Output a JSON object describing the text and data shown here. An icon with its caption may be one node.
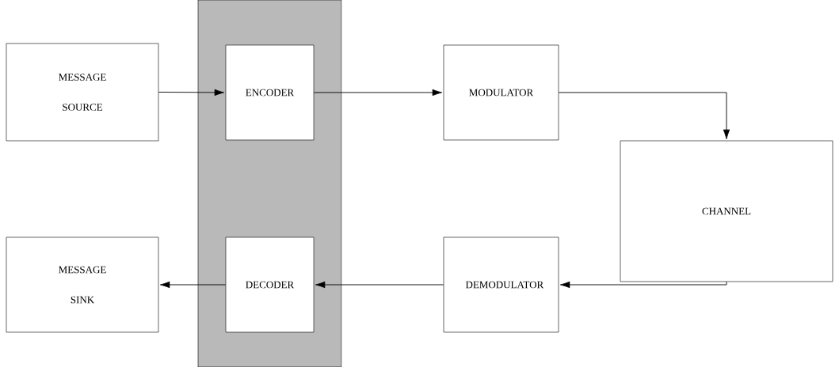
{
  "diagram": {
    "nodes": [
      {
        "text": [],
        "shape": "box"
      },
      {
        "text": [
          "MESSAGE SOURCE"
        ]
      },
      {
        "text": [
          "ENCODER"
        ],
        "in": 0
      },
      {
        "text": [
          "MODULATOR"
        ]
      },
      {
        "text": [
          "CHANNEL"
        ]
      },
      {
        "text": [
          "MESSAGE SINK"
        ]
      },
      {
        "text": [
          "DECODER"
        ],
        "in": 0
      },
      {
        "text": [
          "DEMODULATOR"
        ]
      }
    ],
    "edges": [
      {
        "from": 1,
        "to": 2,
        "arrow": "to"
      },
      {
        "from": 2,
        "to": 3,
        "arrow": "to"
      },
      {
        "from": 3,
        "to": 4,
        "arrow": "to"
      },
      {
        "from": 4,
        "to": 7,
        "arrow": "to"
      },
      {
        "from": 7,
        "to": 6,
        "arrow": "to"
      },
      {
        "from": 6,
        "to": 5,
        "arrow": "to"
      }
    ]
  }
}
